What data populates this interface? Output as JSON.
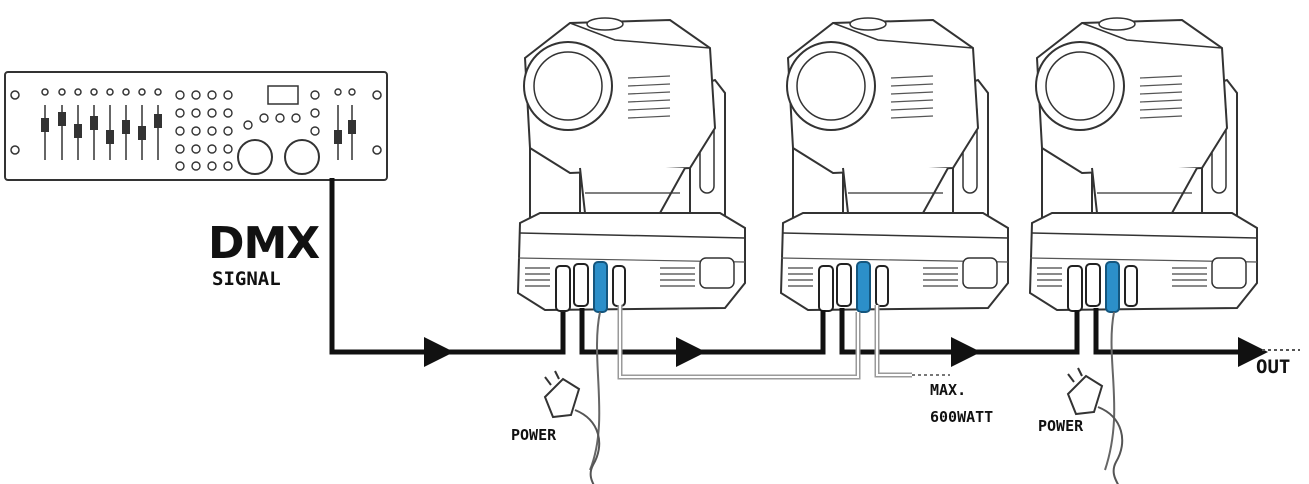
{
  "labels": {
    "dmx_title": "DMX",
    "dmx_subtitle": "SIGNAL",
    "power_left": "POWER",
    "max_line1": "MAX.",
    "max_line2": "600WATT",
    "power_right": "POWER",
    "out": "OUT"
  },
  "colors": {
    "line": "#111111",
    "power_cable": "#9a9a9a",
    "connector_blue": "#2c8fc9",
    "device_stroke": "#333333"
  },
  "icons": {
    "controller": "dmx-controller-icon",
    "fixture": "moving-head-fixture-icon",
    "plug": "power-plug-icon"
  }
}
